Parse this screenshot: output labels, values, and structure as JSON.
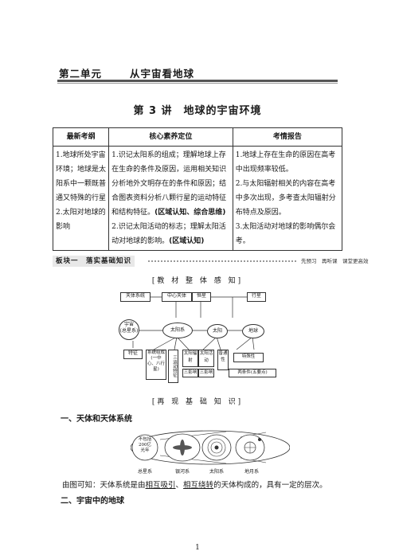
{
  "unit": {
    "label": "第二单元",
    "title": "从宇宙看地球"
  },
  "lesson_title": "第 3 讲　地球的宇宙环境",
  "table": {
    "headers": [
      "最新考纲",
      "核心素养定位",
      "考情报告"
    ],
    "col1": [
      "1.地球所处宇宙环境；地球是太阳系中一颗既普通又特殊的行星",
      "2.太阳对地球的影响"
    ],
    "col2": [
      {
        "text": "1.识记太阳系的组成；理解地球上存在生命的条件及原因，运用相关知识分析地外文明存在的条件和原因；结合图表资料分析八颗行星的运动特征和结构特征。",
        "tag": "(区域认知、综合思维)"
      },
      {
        "text": "2.识记太阳活动的标志；理解太阳活动对地球的影响。",
        "tag": "(区域认知)"
      }
    ],
    "col3": [
      "1.地球上存在生命的原因在高考中出现频率较低。",
      "2.与太阳辐射相关的内容在高考中多次出现，多考查太阳辐射分布特点及原因。",
      "3.太阳活动对地球的影响偶尔会考。"
    ]
  },
  "block": {
    "tag": "板块一　落实基础知识",
    "right": "先预习　再听课　课堂更高效"
  },
  "section_overview": "[教 材 整 体 感 知]",
  "section_review": "[再 现 基 础 知 识]",
  "diagram": {
    "top": [
      "天体系统",
      "中心天体",
      "恒星",
      "行星"
    ],
    "universe": "宇宙\n(总星系)",
    "solar_system": "太阳系",
    "sun": "太阳",
    "earth": "地球",
    "features": "特征",
    "composition": "系统组成(一中心、八行星)",
    "motion": "三运动特征",
    "radiation": "太阳辐射",
    "activity": "太阳活动",
    "ordinary": "普通性",
    "special": "特殊性",
    "three_effects_1": "三影响",
    "three_effects_2": "三影响",
    "conditions": "两条件(五要点)"
  },
  "h1": "一、天体和天体系统",
  "systems": {
    "galaxy_note": "不包括\n200亿\n光年",
    "labels": [
      "总星系",
      "银河系",
      "太阳系",
      "地月系"
    ]
  },
  "caption": {
    "pre": "由图可知：天体系统是由",
    "u1": "相互吸引",
    "mid": "、",
    "u2": "相互绕转",
    "post": "的天体构成的，具有一定的层次。"
  },
  "h2": "二、宇宙中的地球",
  "page": "1"
}
